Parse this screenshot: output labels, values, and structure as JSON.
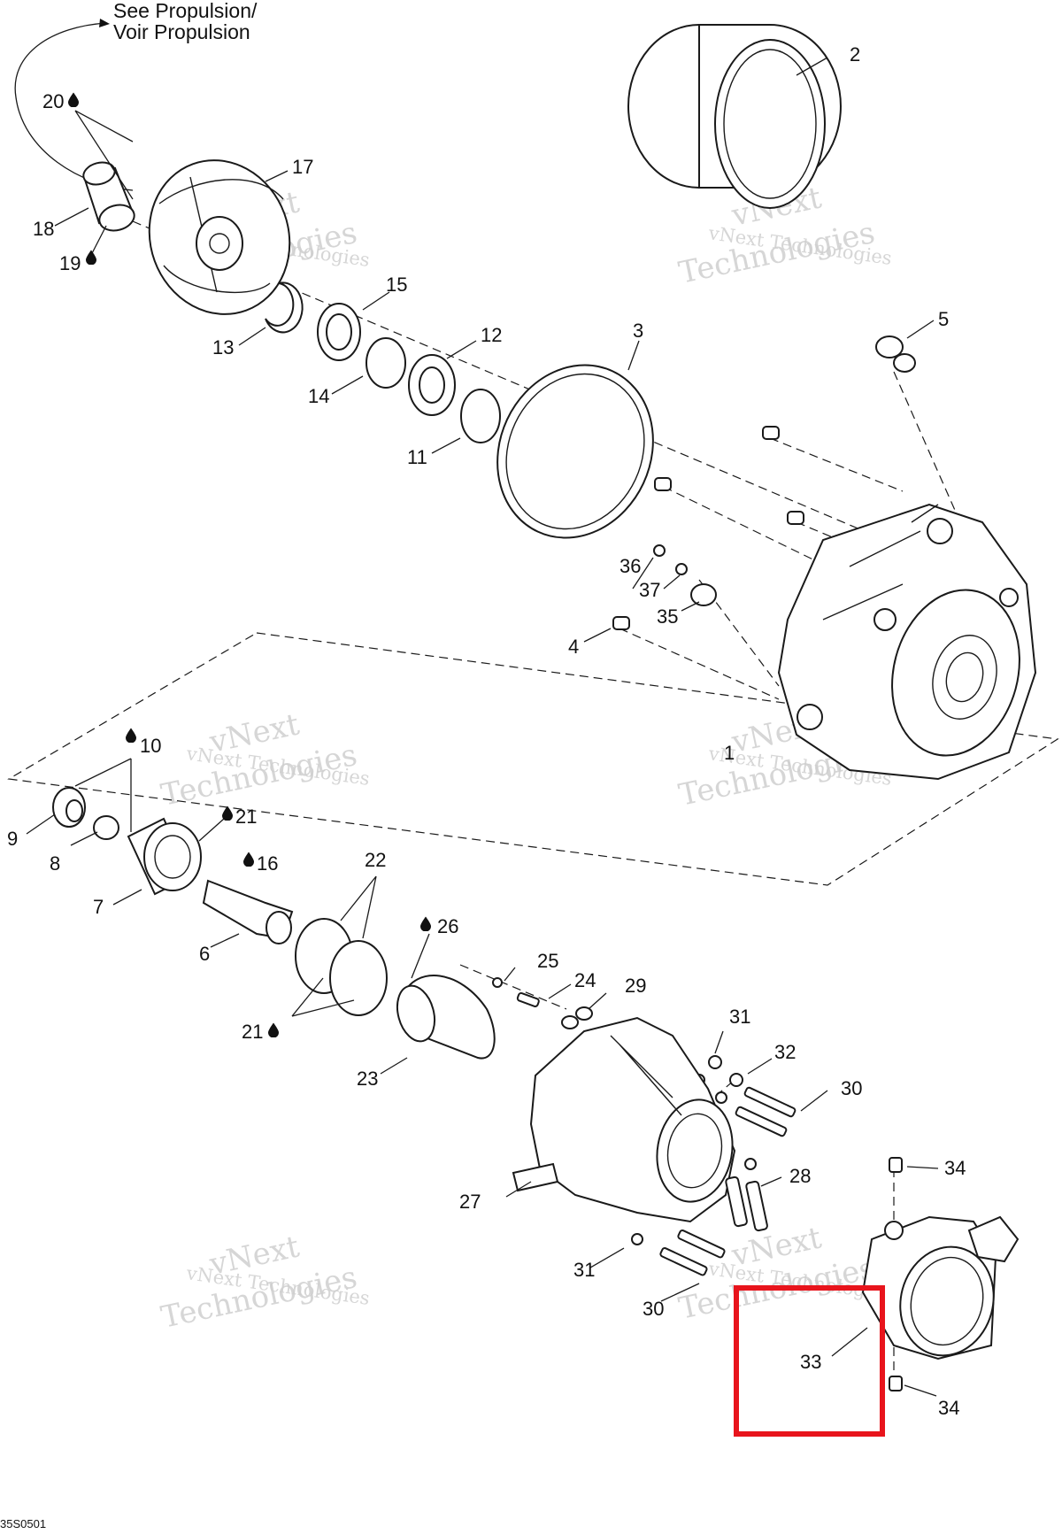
{
  "header": {
    "line1": "See Propulsion/",
    "line2": "Voir Propulsion"
  },
  "watermark": {
    "small": "vNext Technologies",
    "large": "Technologies",
    "overlay": "vNext"
  },
  "labels": {
    "p1": "1",
    "p2": "2",
    "p3": "3",
    "p4": "4",
    "p5": "5",
    "p6": "6",
    "p7": "7",
    "p8": "8",
    "p9": "9",
    "p10": "10",
    "p11": "11",
    "p12": "12",
    "p13": "13",
    "p14": "14",
    "p15": "15",
    "p16": "16",
    "p17": "17",
    "p18": "18",
    "p19": "19",
    "p20": "20",
    "p21a": "21",
    "p21b": "21",
    "p22": "22",
    "p23": "23",
    "p24": "24",
    "p25": "25",
    "p26": "26",
    "p27": "27",
    "p28": "28",
    "p29": "29",
    "p30a": "30",
    "p30b": "30",
    "p31a": "31",
    "p31b": "31",
    "p32": "32",
    "p33": "33",
    "p34a": "34",
    "p34b": "34",
    "p35": "35",
    "p36": "36",
    "p37": "37"
  },
  "drawing_code": "35S0501",
  "highlight": {
    "target_label": "33",
    "color": "#e8141c"
  },
  "icons": [
    "oil-drop-icon"
  ]
}
